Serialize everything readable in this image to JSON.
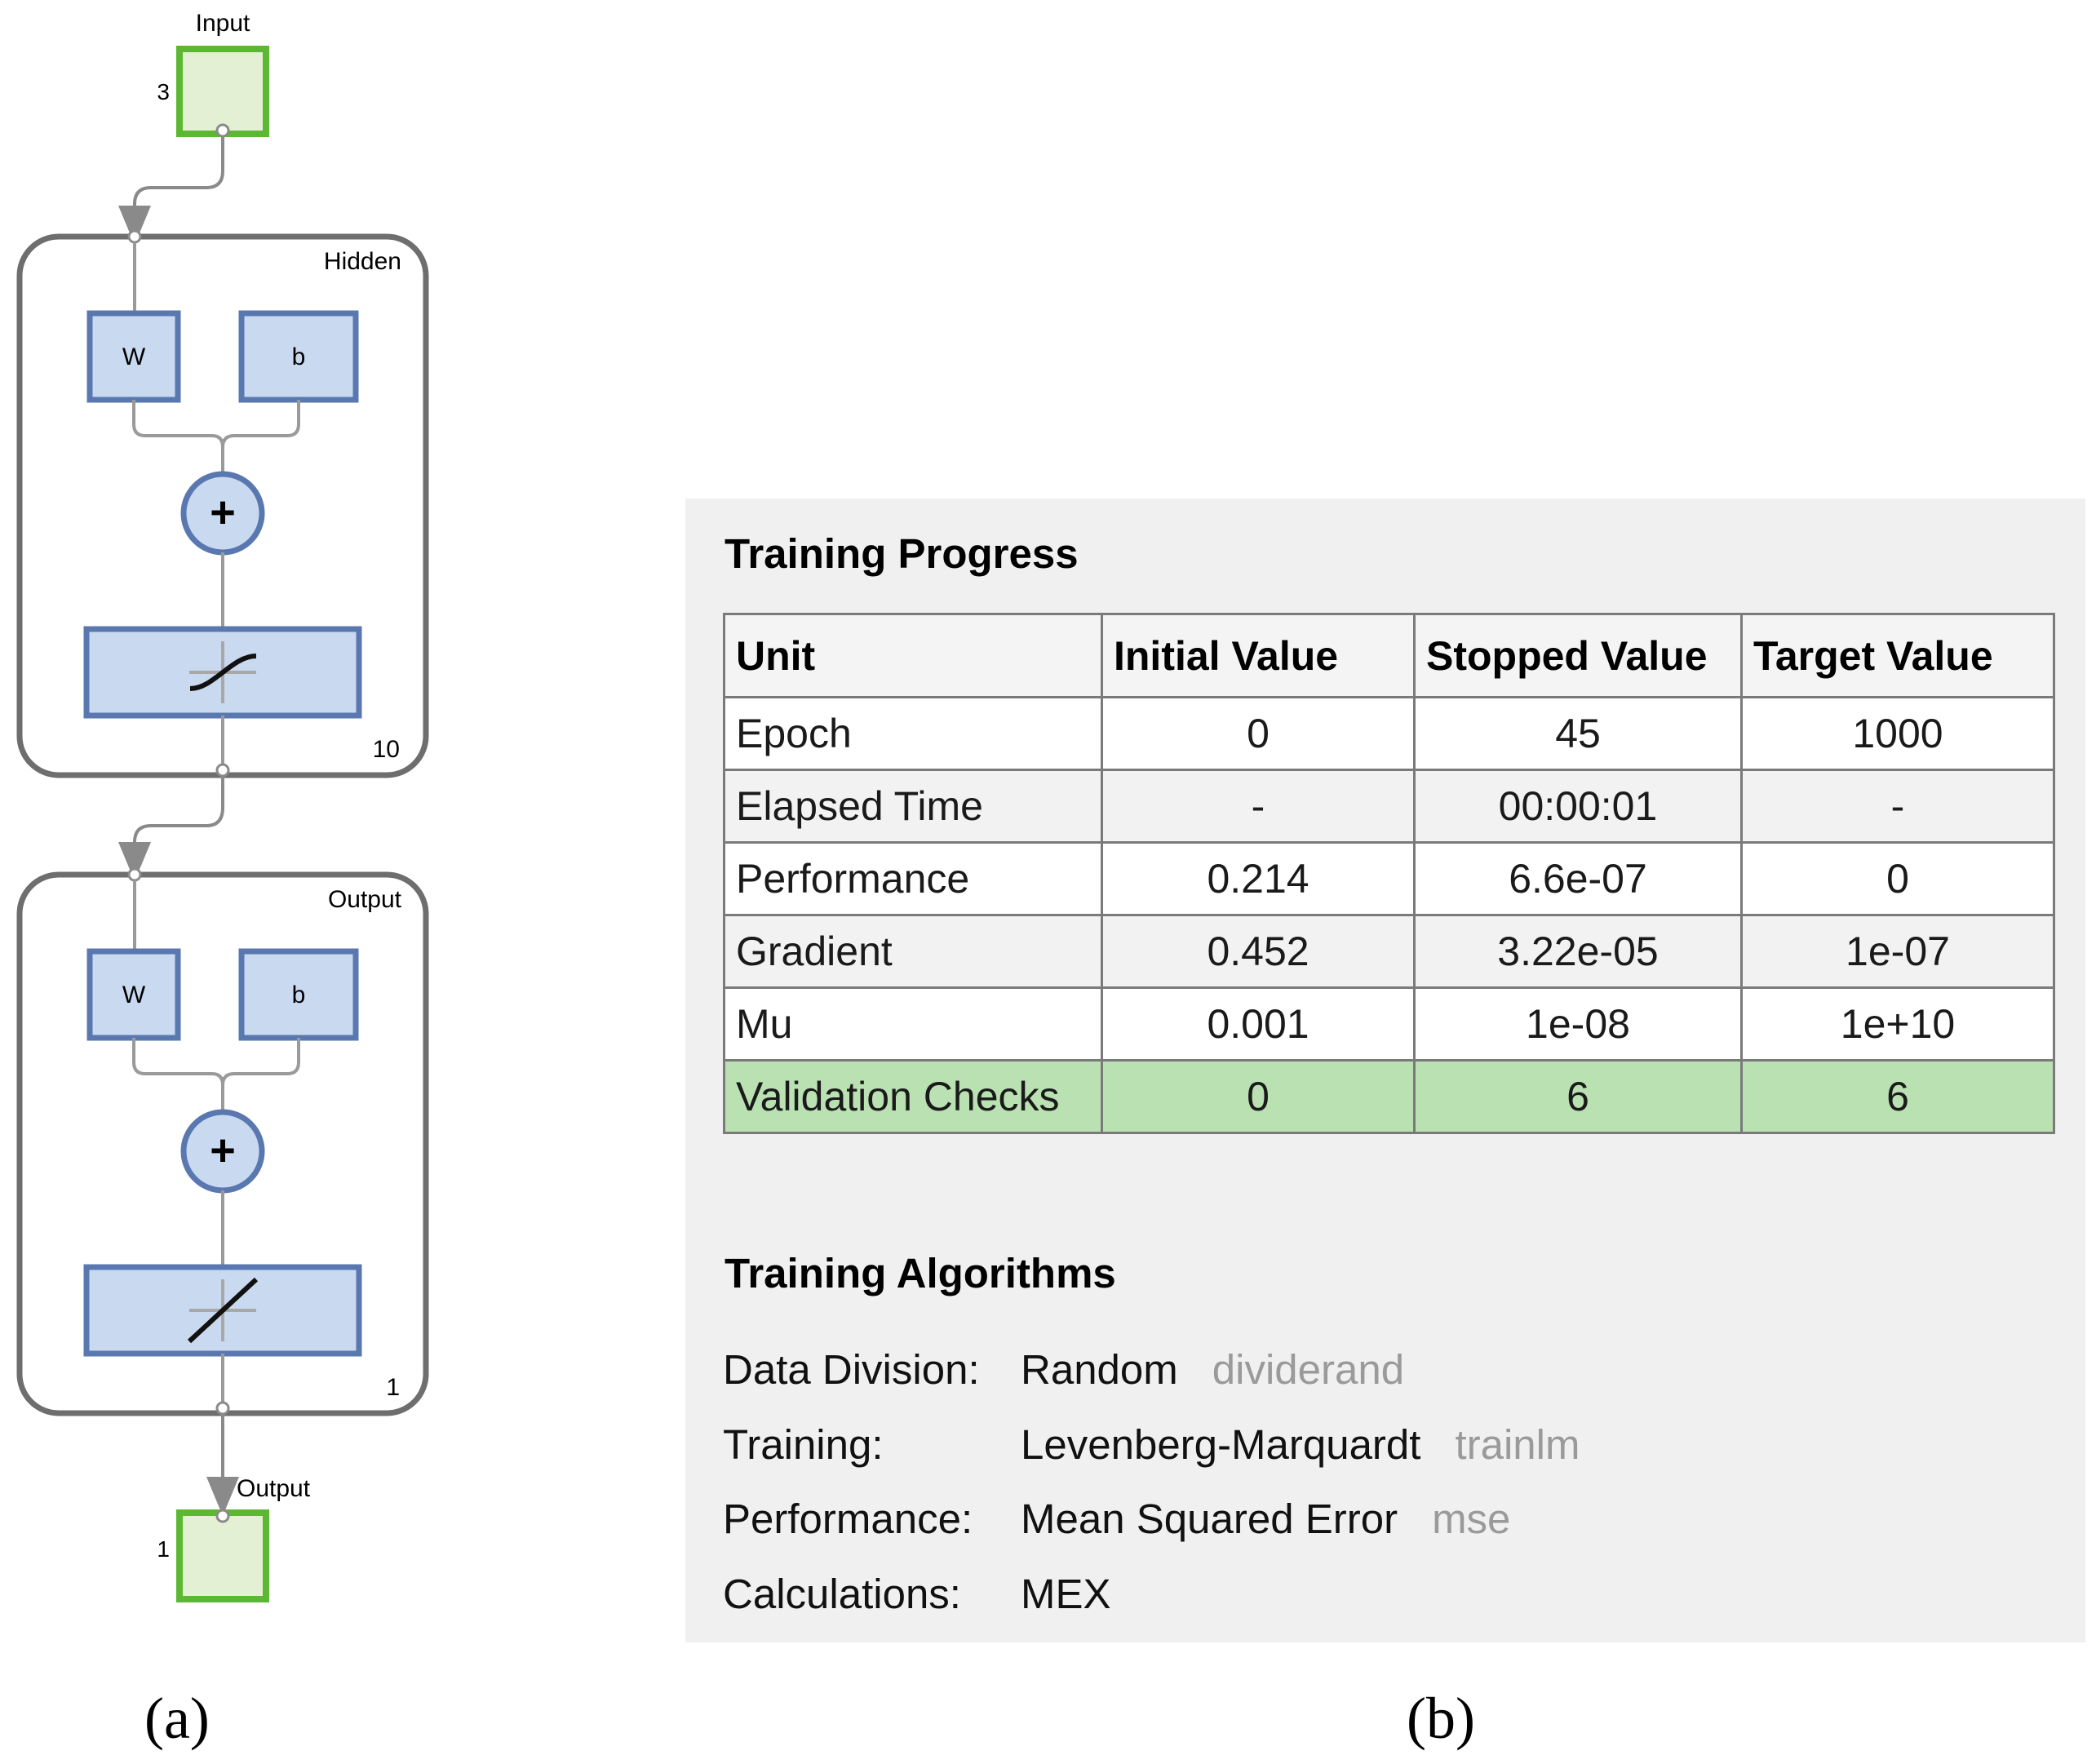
{
  "diagram": {
    "input": {
      "label": "Input",
      "size": "3"
    },
    "hidden": {
      "label": "Hidden",
      "weight": "W",
      "bias": "b",
      "sum": "+",
      "neurons": "10",
      "transfer_icon": "tansig-icon"
    },
    "output_layer": {
      "label": "Output",
      "weight": "W",
      "bias": "b",
      "sum": "+",
      "neurons": "1",
      "transfer_icon": "purelin-icon"
    },
    "output": {
      "label": "Output",
      "size": "1"
    }
  },
  "training_progress": {
    "title": "Training Progress",
    "headers": [
      "Unit",
      "Initial Value",
      "Stopped Value",
      "Target Value"
    ],
    "rows": [
      {
        "unit": "Epoch",
        "initial": "0",
        "stopped": "45",
        "target": "1000"
      },
      {
        "unit": "Elapsed Time",
        "initial": "-",
        "stopped": "00:00:01",
        "target": "-"
      },
      {
        "unit": "Performance",
        "initial": "0.214",
        "stopped": "6.6e-07",
        "target": "0"
      },
      {
        "unit": "Gradient",
        "initial": "0.452",
        "stopped": "3.22e-05",
        "target": "1e-07"
      },
      {
        "unit": "Mu",
        "initial": "0.001",
        "stopped": "1e-08",
        "target": "1e+10"
      },
      {
        "unit": "Validation Checks",
        "initial": "0",
        "stopped": "6",
        "target": "6"
      }
    ]
  },
  "training_algorithms": {
    "title": "Training Algorithms",
    "rows": [
      {
        "label": "Data Division:",
        "value": "Random",
        "fn": "dividerand"
      },
      {
        "label": "Training:",
        "value": "Levenberg-Marquardt",
        "fn": "trainlm"
      },
      {
        "label": "Performance:",
        "value": "Mean Squared Error",
        "fn": "mse"
      },
      {
        "label": "Calculations:",
        "value": "MEX",
        "fn": ""
      }
    ]
  },
  "captions": {
    "a": "(a)",
    "b": "(b)"
  },
  "colors": {
    "io_fill": "#e3f0d3",
    "io_stroke": "#5cb832",
    "block_fill": "#c9d9f0",
    "block_stroke": "#5a78b0",
    "layer_stroke": "#6e6e6e",
    "panel_bg": "#f0f0f0",
    "highlight_row": "#b9e1b2"
  }
}
